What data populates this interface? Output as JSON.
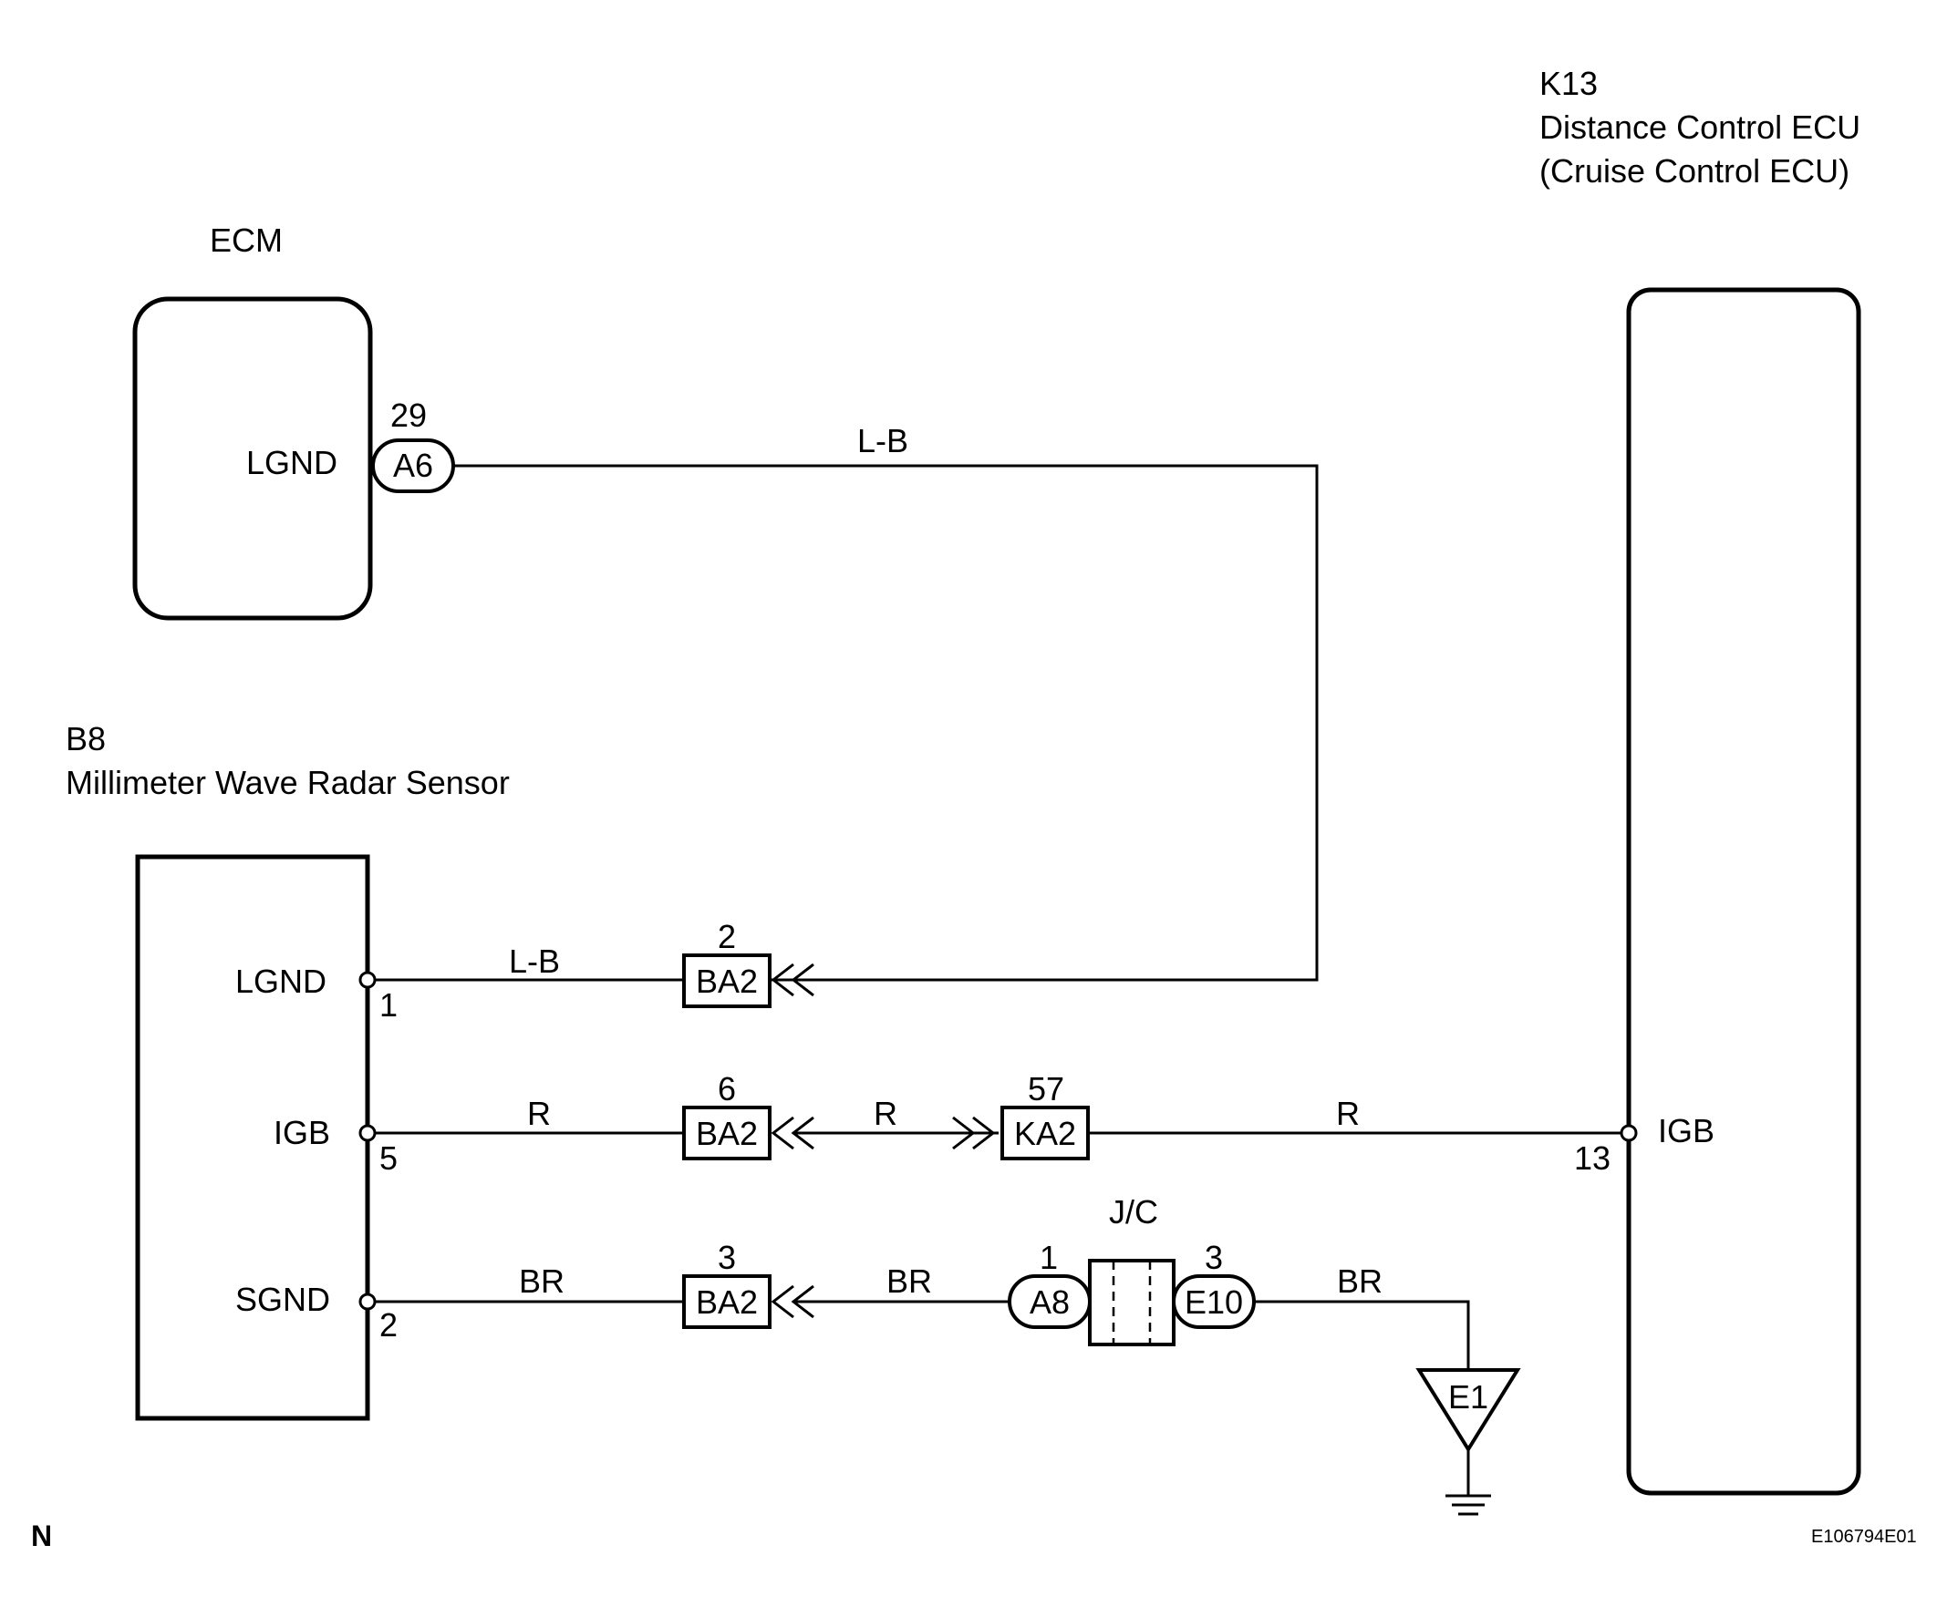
{
  "components": {
    "k13": {
      "code": "K13",
      "name": "Distance Control ECU",
      "sub": "(Cruise Control ECU)",
      "pin_label": "IGB",
      "pin_no": "13"
    },
    "ecm": {
      "name": "ECM",
      "pin_label": "LGND",
      "pin_no": "29",
      "connector": "A6"
    },
    "b8": {
      "code": "B8",
      "name": "Millimeter Wave Radar Sensor",
      "pins": [
        {
          "label": "LGND",
          "no": "1"
        },
        {
          "label": "IGB",
          "no": "5"
        },
        {
          "label": "SGND",
          "no": "2"
        }
      ]
    },
    "jc": {
      "name": "J/C",
      "left_connector": "A8",
      "left_pin": "1",
      "right_connector": "E10",
      "right_pin": "3"
    },
    "ground": {
      "label": "E1"
    }
  },
  "connectors": {
    "ba2_1": {
      "label": "BA2",
      "pin": "2"
    },
    "ba2_2": {
      "label": "BA2",
      "pin": "6"
    },
    "ba2_3": {
      "label": "BA2",
      "pin": "3"
    },
    "ka2": {
      "label": "KA2",
      "pin": "57"
    }
  },
  "wires": {
    "lb_top": "L-B",
    "lb_bottom": "L-B",
    "r_1": "R",
    "r_2": "R",
    "r_3": "R",
    "br_1": "BR",
    "br_2": "BR",
    "br_3": "BR"
  },
  "footer": {
    "left": "N",
    "right": "E106794E01"
  }
}
